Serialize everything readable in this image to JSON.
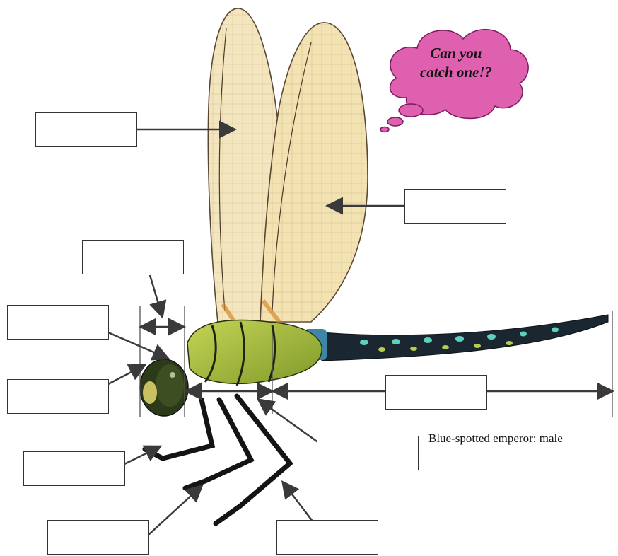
{
  "speech_bubble": {
    "line1": "Can you",
    "line2": "catch one!?"
  },
  "caption": "Blue-spotted emperor: male",
  "colors": {
    "bubble_fill": "#e060b0",
    "bubble_outline": "#7a1b5c",
    "wing": "#f2e3b8",
    "thorax": "#b7c84a",
    "abdomen": "#1a2630",
    "spots": "#5fd0c0",
    "arrow": "#4a4a4a"
  },
  "label_boxes": [
    {
      "id": "forewing"
    },
    {
      "id": "hindwing"
    },
    {
      "id": "head-width"
    },
    {
      "id": "eye"
    },
    {
      "id": "antenna"
    },
    {
      "id": "thorax"
    },
    {
      "id": "abdomen"
    },
    {
      "id": "front-leg"
    },
    {
      "id": "middle-leg"
    },
    {
      "id": "hind-leg"
    }
  ]
}
